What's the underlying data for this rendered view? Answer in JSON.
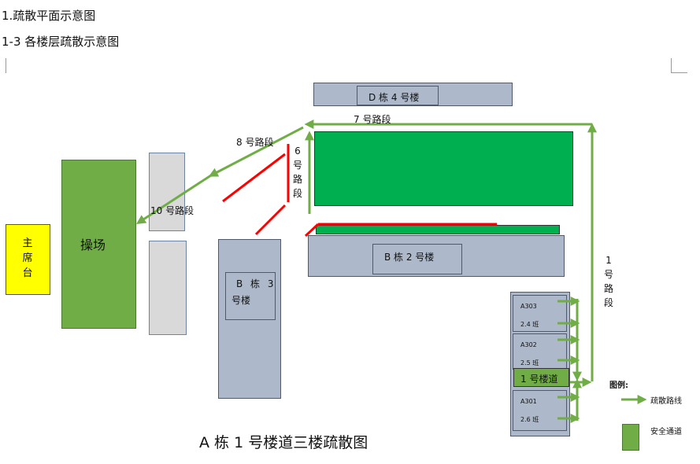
{
  "headings": {
    "section": "1.疏散平面示意图",
    "subsection": "1-3 各楼层疏散示意图"
  },
  "buildings": {
    "d4": "D 栋 4 号楼",
    "b2": "B 栋 2 号楼",
    "b3_line1": "B 栋 3",
    "b3_line2": "号楼",
    "playground": "操场",
    "podium": [
      "主",
      "席",
      "台"
    ]
  },
  "routes": {
    "r7": "7 号路段",
    "r8": "8 号路段",
    "r10": "10 号路段",
    "r6": [
      "6",
      "号",
      "路",
      "段"
    ],
    "r1": [
      "1",
      "号",
      "路",
      "段"
    ]
  },
  "rooms": [
    {
      "code": "A303",
      "cls": "2.4 班"
    },
    {
      "code": "A302",
      "cls": "2.5 班"
    },
    {
      "code": "A301",
      "cls": "2.6 班"
    }
  ],
  "stairway": "1 号楼道",
  "legend": {
    "title": "图例:",
    "route": "疏散路线",
    "safe": "安全通道"
  },
  "caption": "A 栋 1 号楼道三楼疏散图",
  "colors": {
    "route_green": "#70ad47",
    "safe_green": "#00b050",
    "playground": "#70ad47",
    "podium": "#ffff00",
    "barrier_red": "#ff0000",
    "building": "#adb9ca"
  }
}
